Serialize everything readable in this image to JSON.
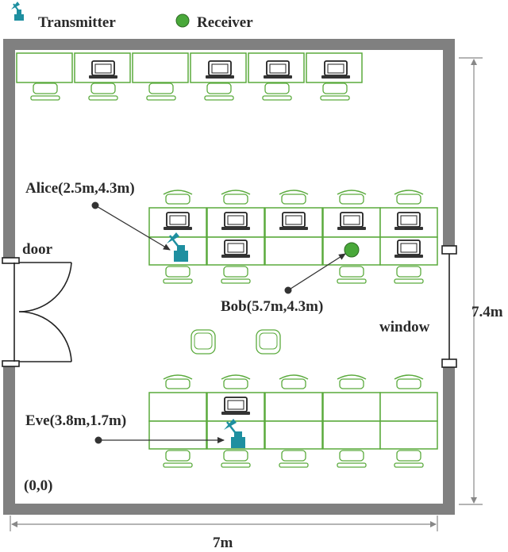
{
  "legend": {
    "transmitter_label": "Transmitter",
    "receiver_label": "Receiver",
    "transmitter_icon": "satellite-dish-icon",
    "receiver_icon": "green-dot-icon"
  },
  "labels": {
    "door": "door",
    "window": "window",
    "origin": "(0,0)",
    "width": "7m",
    "height": "7.4m"
  },
  "annotations": {
    "alice": "Alice(2.5m,4.3m)",
    "bob": "Bob(5.7m,4.3m)",
    "eve": "Eve(3.8m,1.7m)"
  },
  "colors": {
    "furniture": "#5aaa3c",
    "wall": "#808080",
    "transmitter": "#1e8fa0",
    "receiver": "#49a83a"
  }
}
